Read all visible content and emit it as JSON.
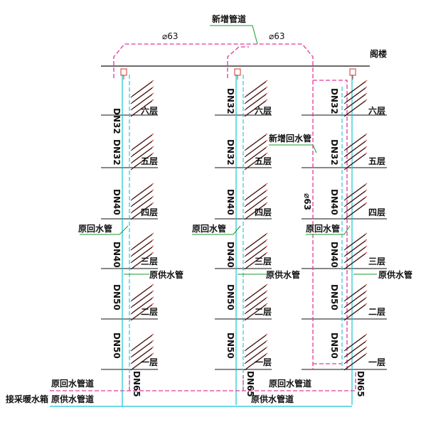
{
  "colors": {
    "new_pipe": "#e0399a",
    "supply_pipe": "#16c4d8",
    "leader": "#1a9a2e",
    "radiator": "#d0342c",
    "lines": "#111111"
  },
  "top": {
    "new_pipe_label": "新增管道",
    "dia_left": "⌀63",
    "dia_right": "⌀63",
    "attic": "阁楼"
  },
  "floors": [
    "六层",
    "五层",
    "四层",
    "三层",
    "二层",
    "一层"
  ],
  "risers": [
    {
      "id": "a",
      "sizes": [
        "DN32",
        "DN32",
        "DN40",
        "DN40",
        "DN50",
        "DN50"
      ],
      "bottom_size": "DN65",
      "return_label": "原回水管",
      "supply_label": "原供水管"
    },
    {
      "id": "b",
      "sizes": [
        "DN32",
        "DN32",
        "DN40",
        "DN40",
        "DN50",
        "DN50"
      ],
      "bottom_size": "DN65",
      "return_label": "原回水管",
      "supply_label": "原供水管"
    },
    {
      "id": "c",
      "sizes": [
        "DN32",
        "DN32",
        "DN40",
        "DN40",
        "DN50",
        "DN50"
      ],
      "bottom_size": "DN65",
      "return_label": "原回水管",
      "supply_label": "原供水管"
    }
  ],
  "new_return_label": "新增回水管",
  "new_return_dia": "⌀63",
  "bottom": {
    "return_duct_left": "原回水管道",
    "return_duct_right": "原回水管道",
    "heating_tank": "接采暖水箱",
    "supply_duct_left": "原供水管道",
    "supply_duct_right": "原供水管道"
  }
}
